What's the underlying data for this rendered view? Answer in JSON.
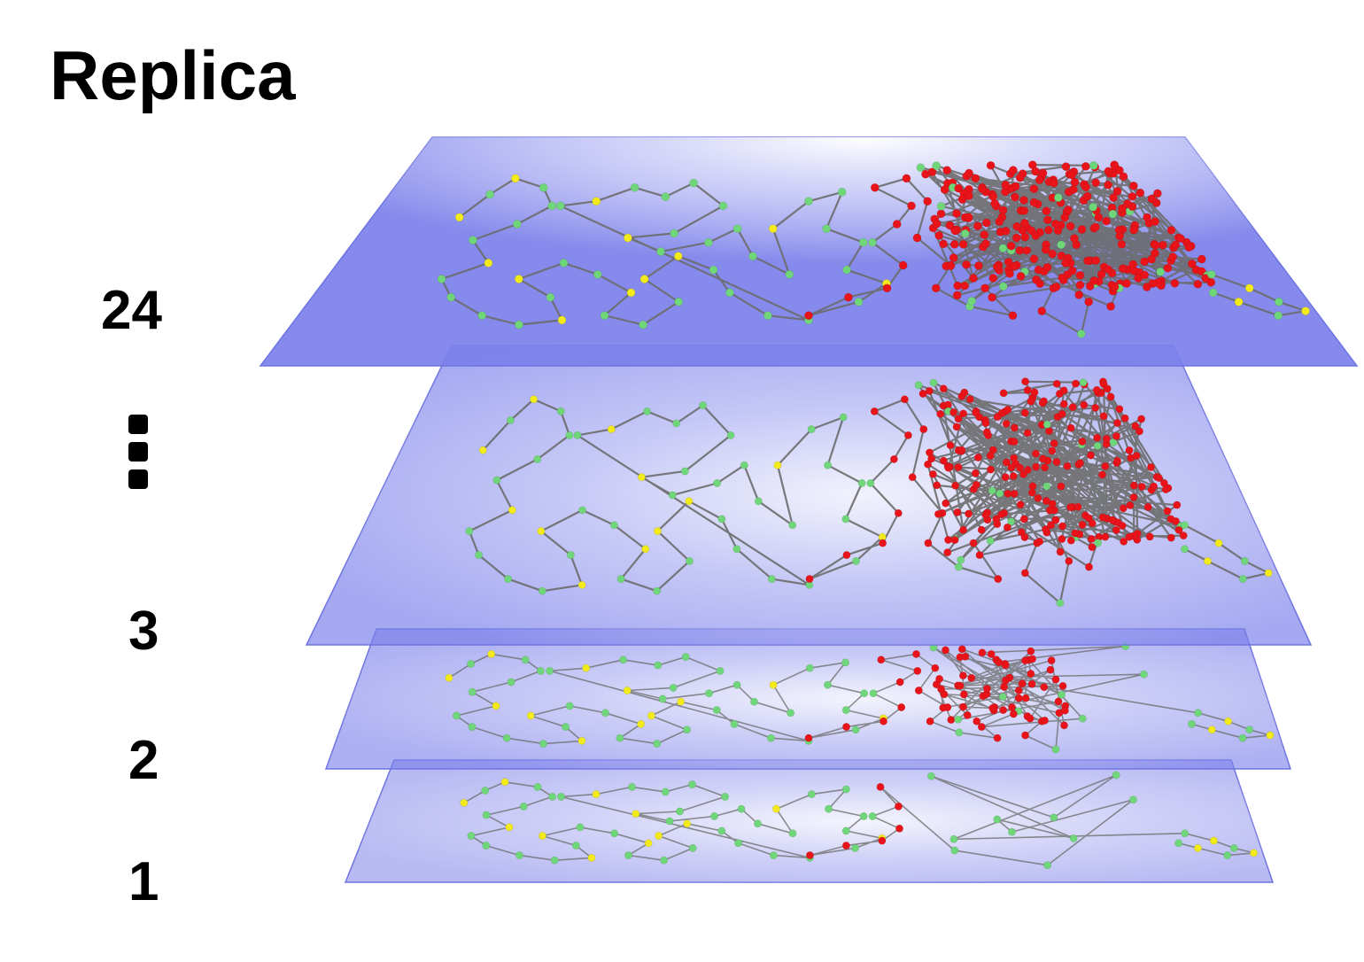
{
  "title": "Replica",
  "replica_labels": [
    "24",
    "3",
    "2",
    "1"
  ],
  "ellipsis_icon": "vertical-ellipsis-icon",
  "colors": {
    "plane": "#7b80ea",
    "plane_edge": "#6f74e0",
    "plane_highlight": "#ffffff",
    "path_line": "#6b6b6b",
    "node_red": "#e8141a",
    "node_green": "#6fd67a",
    "node_yellow": "#f2ea1a"
  }
}
